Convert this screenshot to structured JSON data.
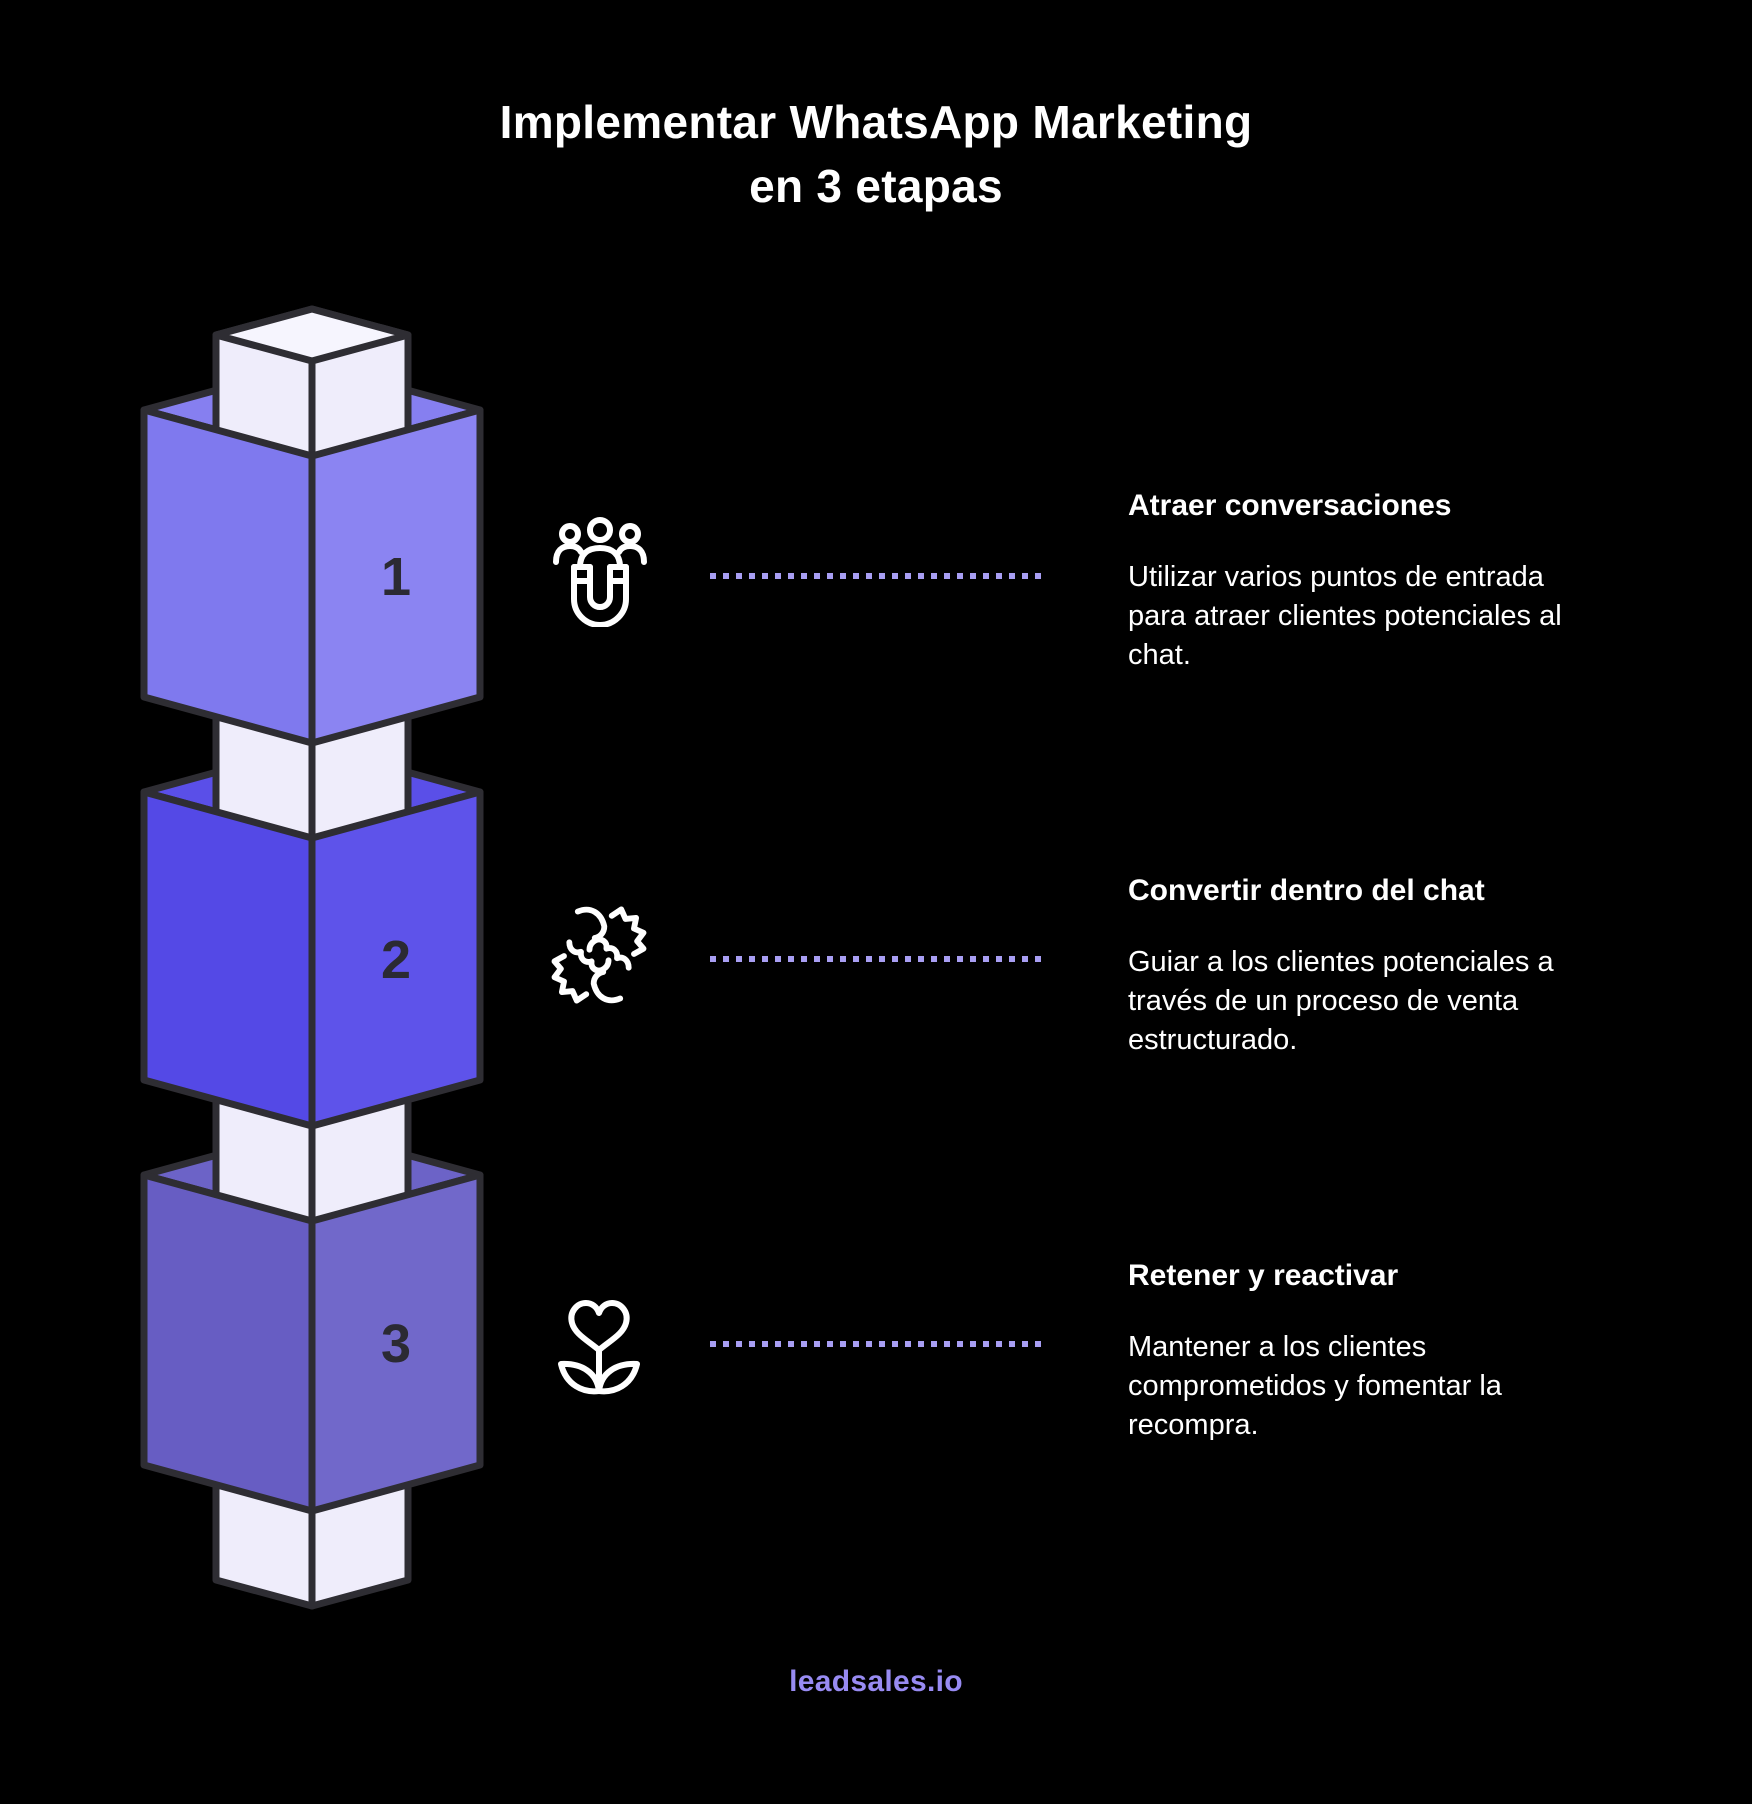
{
  "title": {
    "line1": "Implementar WhatsApp Marketing",
    "line2": "en 3 etapas"
  },
  "steps": [
    {
      "number": "1",
      "icon": "magnet-people-icon",
      "heading": "Atraer conversaciones",
      "body": "Utilizar varios puntos de entrada para atraer clientes potenciales al chat."
    },
    {
      "number": "2",
      "icon": "handshake-icon",
      "heading": "Convertir dentro del chat",
      "body": "Guiar a los clientes potenciales a través de un proceso de venta estructurado."
    },
    {
      "number": "3",
      "icon": "flower-heart-icon",
      "heading": "Retener y reactivar",
      "body": "Mantener a los clientes comprometidos y fomentar la recompra."
    }
  ],
  "footer": {
    "brand": "leadsales.io"
  },
  "colors": {
    "background": "#000000",
    "block_1": "#8b84f2",
    "block_2": "#5e53ea",
    "block_3": "#7168ca",
    "pillar": "#efedfb",
    "outline": "#2e2d33",
    "number_text": "#2b2a33",
    "dotted_connector": "#a89ef3",
    "heading_text": "#ffffff",
    "body_text": "#ffffff",
    "brand_text": "#988bf2"
  }
}
